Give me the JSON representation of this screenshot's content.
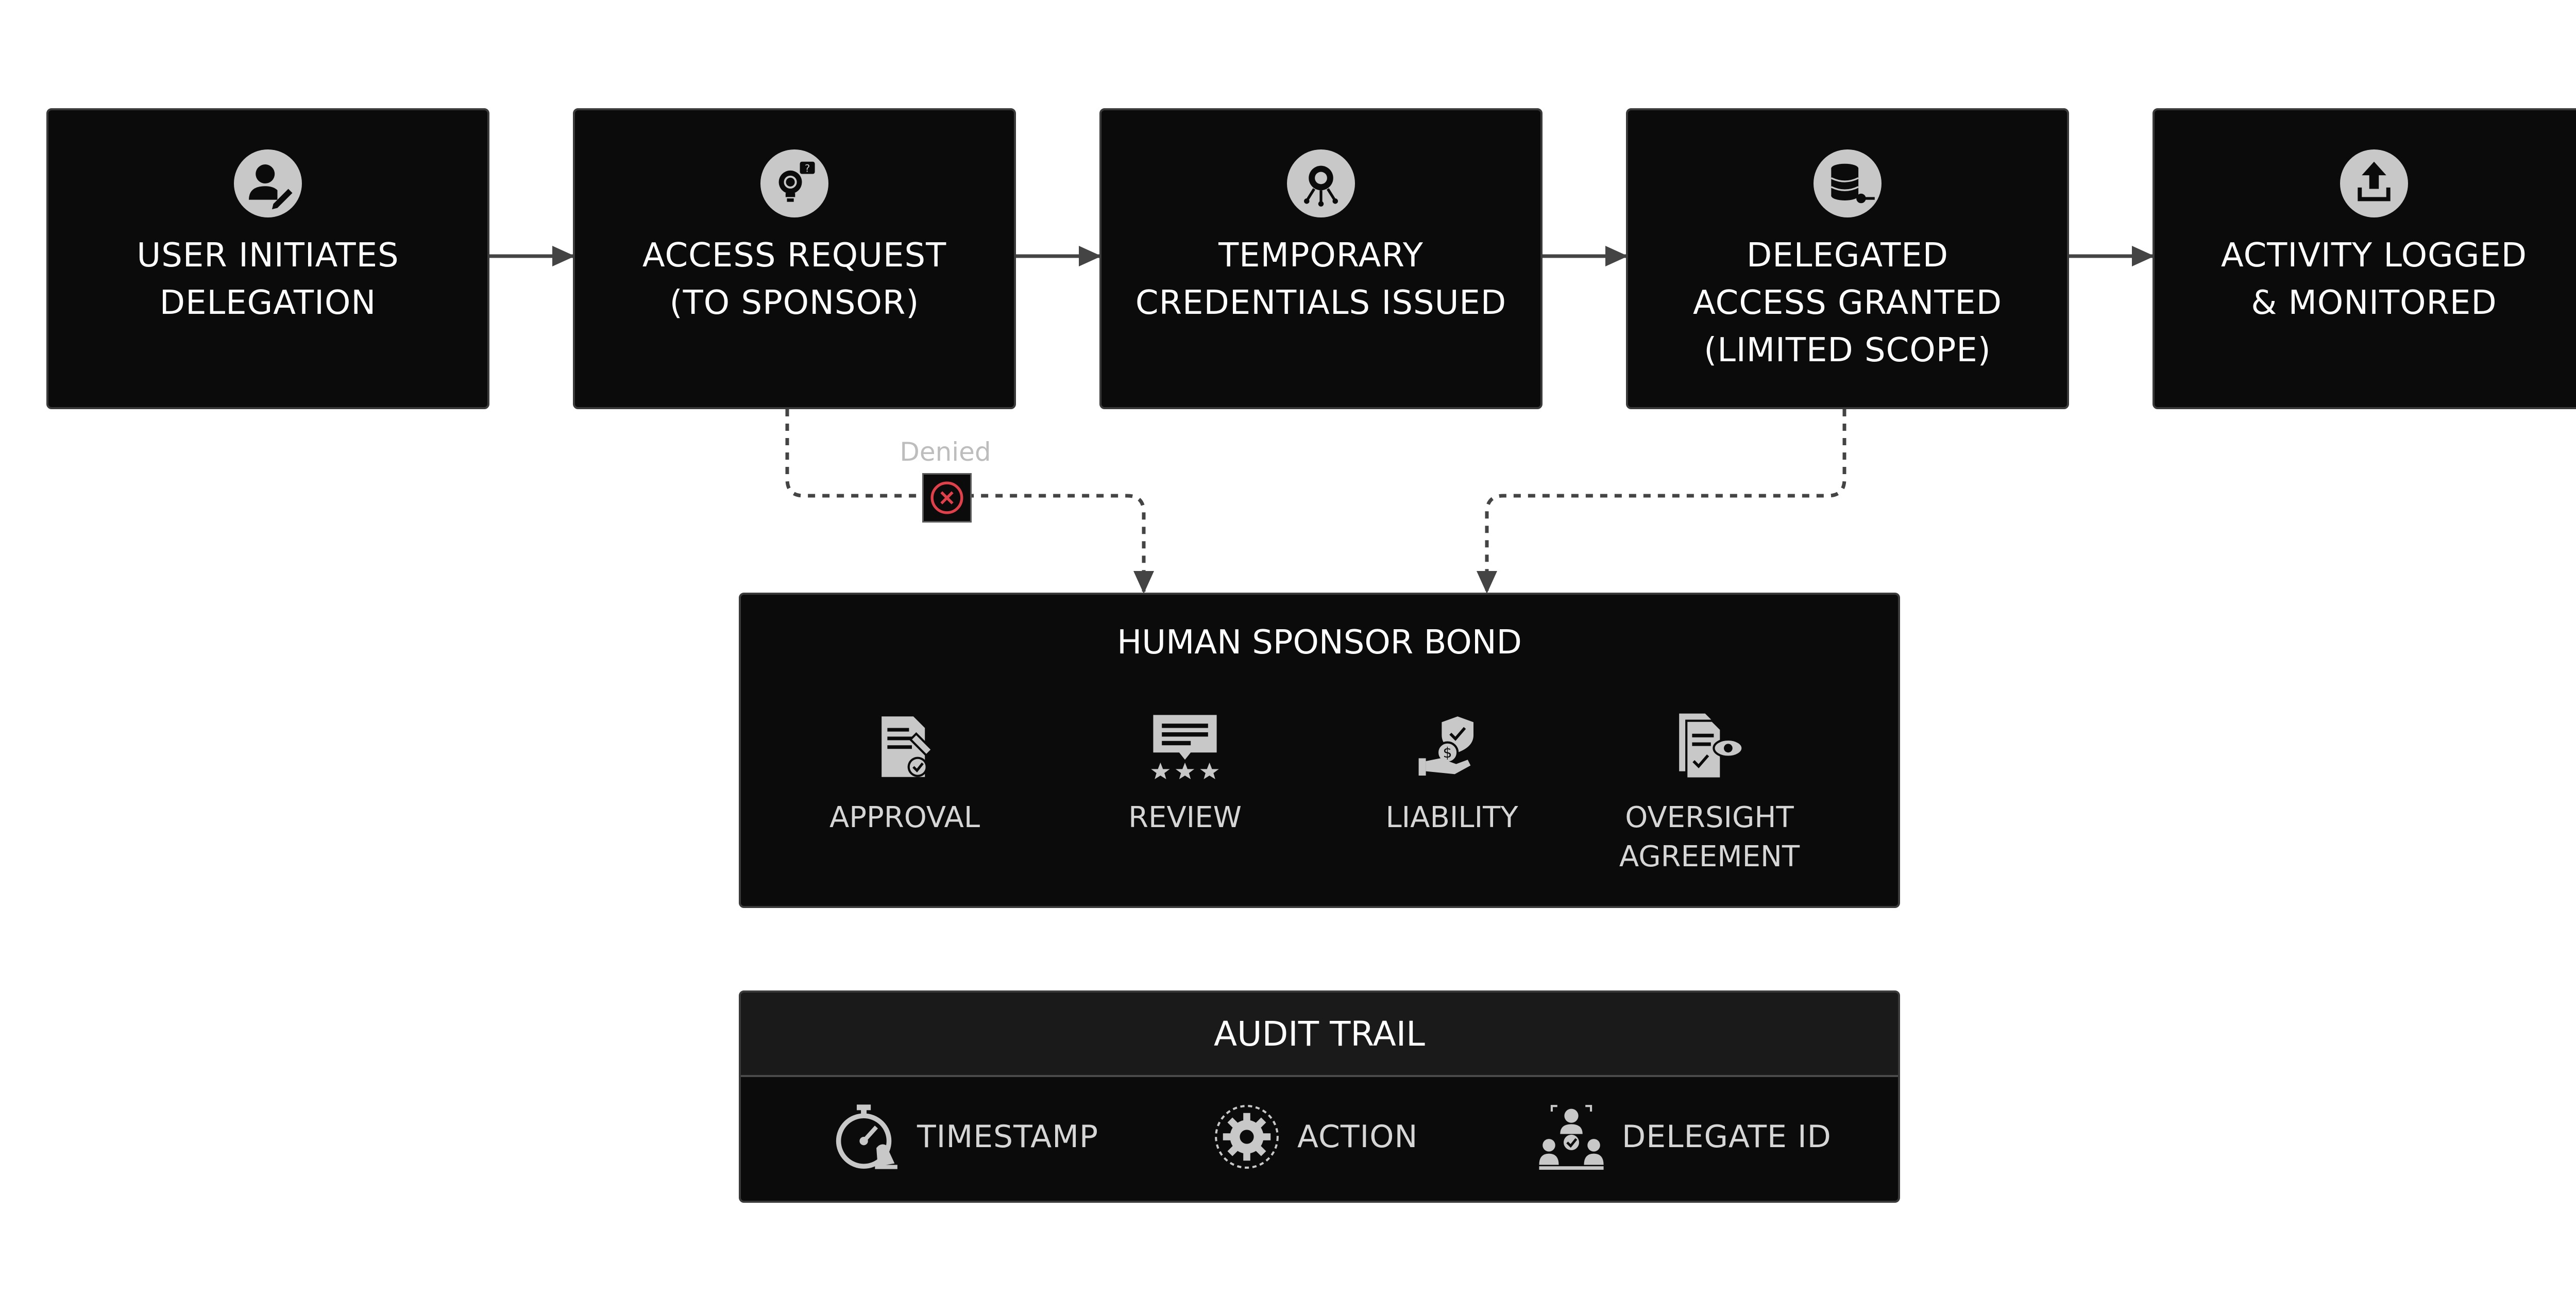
{
  "steps": [
    {
      "label": "USER INITIATES\nDELEGATION",
      "icon": "user-edit-icon"
    },
    {
      "label": "ACCESS REQUEST\n(TO SPONSOR)",
      "icon": "idea-question-icon"
    },
    {
      "label": "TEMPORARY\nCREDENTIALS ISSUED",
      "icon": "network-badge-icon"
    },
    {
      "label": "DELEGATED\nACCESS GRANTED\n(LIMITED SCOPE)",
      "icon": "database-key-icon"
    },
    {
      "label": "ACTIVITY LOGGED\n& MONITORED",
      "icon": "upload-icon"
    }
  ],
  "denied": {
    "label": "Denied",
    "icon": "close-circle-icon",
    "color": "#e0404a"
  },
  "bond": {
    "title": "HUMAN SPONSOR BOND",
    "items": [
      {
        "label": "APPROVAL",
        "icon": "document-check-icon"
      },
      {
        "label": "REVIEW",
        "icon": "rating-review-icon"
      },
      {
        "label": "LIABILITY",
        "icon": "hand-money-shield-icon"
      },
      {
        "label": "OVERSIGHT\nAGREEMENT",
        "icon": "document-eye-icon"
      }
    ]
  },
  "audit": {
    "title": "AUDIT TRAIL",
    "items": [
      {
        "label": "TIMESTAMP",
        "icon": "stopwatch-icon"
      },
      {
        "label": "ACTION",
        "icon": "gear-cycle-icon"
      },
      {
        "label": "DELEGATE ID",
        "icon": "user-group-check-icon"
      }
    ]
  },
  "colors": {
    "box": "#0b0b0b",
    "border": "#3a3a3a",
    "connector": "#444444",
    "icon": "#c8c8c8"
  }
}
